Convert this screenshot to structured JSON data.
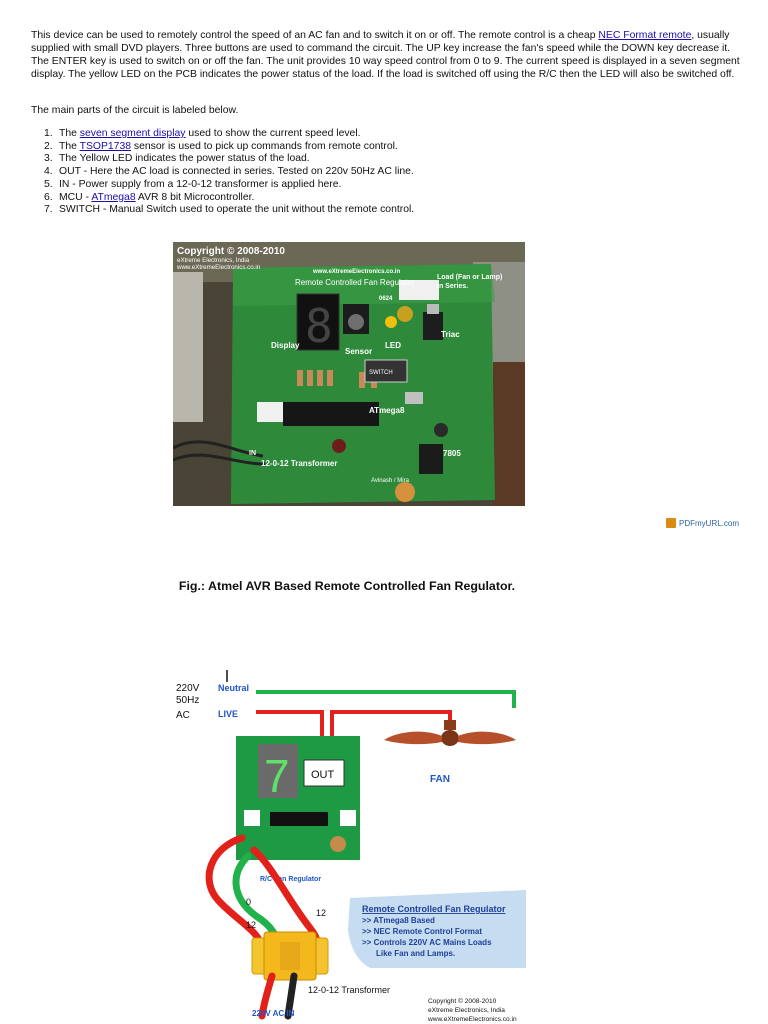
{
  "intro": {
    "part1": "This device can be used to remotely control the speed of an AC fan and to switch it on or off. The remote control is a cheap ",
    "link_nec": "NEC Format remote",
    "part2": ", usually supplied with small DVD players. Three buttons are used to command the circuit. The UP key increase the fan's speed while the DOWN key decrease it. The ENTER key is used to switch on or off the fan. The unit provides 10 way speed control from 0 to 9. The current speed is displayed in a seven segment display. The yellow LED on the PCB indicates the power status of the load. If the load is switched off using the R/C then the LED will also be switched off."
  },
  "parts_heading": "The main parts of the circuit is labeled below.",
  "parts": [
    {
      "num": "1.",
      "pre": "The ",
      "link": "seven segment display",
      "post": " used to show the current speed level."
    },
    {
      "num": "2.",
      "pre": "The ",
      "link": "TSOP1738",
      "post": " sensor is used to pick up commands from remote control."
    },
    {
      "num": "3.",
      "pre": "The Yellow LED indicates the power status of the load.",
      "link": "",
      "post": ""
    },
    {
      "num": "4.",
      "pre": "OUT - Here the AC load is connected in series. Tested on 220v 50Hz AC line.",
      "link": "",
      "post": ""
    },
    {
      "num": "5.",
      "pre": "IN - Power supply from a 12-0-12 transformer is applied here.",
      "link": "",
      "post": ""
    },
    {
      "num": "6.",
      "pre": "MCU - ",
      "link": "ATmega8",
      "post": " AVR 8 bit Microcontroller."
    },
    {
      "num": "7.",
      "pre": "SWITCH - Manual Switch used to operate the unit without the remote control.",
      "link": "",
      "post": ""
    }
  ],
  "photo": {
    "copyright": "Copyright © 2008-2010",
    "company": "eXtreme Electronics, India",
    "site": "www.eXtremeElectronics.co.in",
    "board_site": "www.eXtremeElectronics.co.in",
    "board_title": "Remote Controlled Fan Regulator",
    "load_label_1": "Load (Fan or Lamp)",
    "load_label_2": "in Series.",
    "chip_code": "0624",
    "display_label": "Display",
    "sensor_label": "Sensor",
    "led_label": "LED",
    "triac_label": "Triac",
    "switch_label": "SWITCH",
    "mcu_label": "ATmega8",
    "in_label": "IN",
    "transformer_label": "12-0-12 Transformer",
    "reg_label": "7805",
    "author_label": "Avinash / Mira"
  },
  "pdf_badge": "PDFmyURL.com",
  "figure_caption": "Fig.: Atmel AVR Based Remote Controlled Fan Regulator.",
  "diagram": {
    "supply_1": "220V",
    "supply_2": "50Hz",
    "supply_3": "AC",
    "neutral_label": "Neutral",
    "live_label": "LIVE",
    "digit": "7",
    "out_label": "OUT",
    "fan_label": "FAN",
    "board_label": "R/C Fan Regulator",
    "wire_12_left": "12",
    "wire_0": "0",
    "wire_12_right": "12",
    "transformer_label": "12-0-12 Transformer",
    "ac_in_label": "220V AC IN",
    "box_title": "Remote Controlled Fan Regulator",
    "box_line_1": ">> ATmega8 Based",
    "box_line_2": ">> NEC Remote Control Format",
    "box_line_3": ">> Controls 220V AC Mains Loads",
    "box_line_4": "Like Fan and Lamps.",
    "copyright": "Copyright © 2008-2010",
    "company": "eXtreme Electronics, India",
    "site": "www.eXtremeElectronics.co.in"
  },
  "colors": {
    "link": "#1a0dab",
    "pcb_green": "#1e9a44",
    "wire_red": "#e3211b",
    "wire_green": "#22b24c",
    "label_blue": "#1f56c9",
    "info_box": "#c6dcf0",
    "transformer_yellow": "#f4c430"
  }
}
